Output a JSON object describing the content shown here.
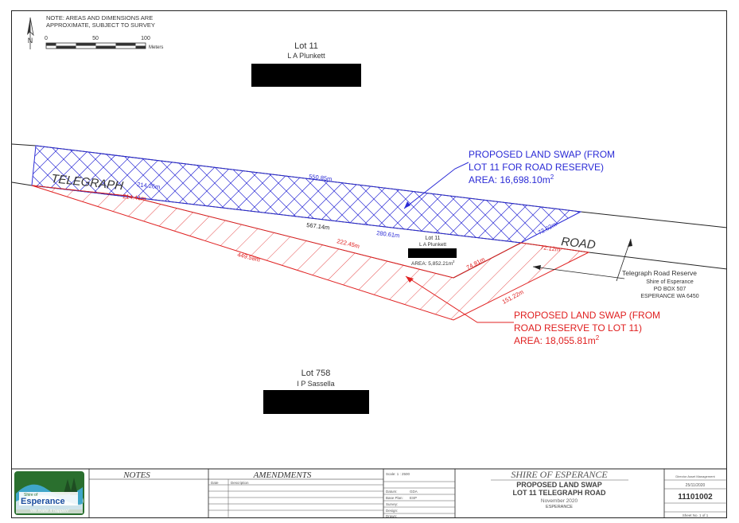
{
  "notes_header": {
    "line1": "NOTE: AREAS AND DIMENSIONS ARE",
    "line2": "APPROXIMATE, SUBJECT TO SURVEY"
  },
  "scale_bar": {
    "label_0": "0",
    "label_50": "50",
    "label_100": "100",
    "unit": "Meters"
  },
  "north_label": "N",
  "lot11_top": {
    "name": "Lot 11",
    "owner": "L A Plunkett"
  },
  "lot758": {
    "name": "Lot 758",
    "owner": "I P Sassella"
  },
  "road_labels": {
    "telegraph": "TELEGRAPH",
    "road": "ROAD"
  },
  "swap_blue": {
    "line1": "PROPOSED LAND SWAP (FROM",
    "line2": "LOT 11 FOR ROAD RESERVE)",
    "area_prefix": "AREA: 16,698.10m",
    "area_sup": "2",
    "color": "#2b2bd6"
  },
  "swap_red": {
    "line1": "PROPOSED LAND SWAP (FROM",
    "line2": "ROAD RESERVE TO LOT 11)",
    "area_prefix": "AREA: 18,055.81m",
    "area_sup": "2",
    "color": "#e02020"
  },
  "dimensions": {
    "d550": "550.85m",
    "d214_26": "214.26m",
    "d567": "567.14m",
    "d280": "280.61m",
    "d214_41": "214.41m",
    "d222": "222.45m",
    "d449": "449.58m",
    "d74_81": "74.81m",
    "d72_12": "72.12m",
    "d72_02": "72.02m",
    "d151": "151.22m"
  },
  "lot11_inner": {
    "name": "Lot 11",
    "owner": "L A Plunkett",
    "area_prefix": "AREA: 5,852.21m",
    "area_sup": "2"
  },
  "road_reserve": {
    "line1": "Telegraph Road Reserve",
    "line2": "Shire of Esperance",
    "line3": "PO BOX 507",
    "line4": "ESPERANCE WA 6450"
  },
  "title_block": {
    "logo_top": "Shire of",
    "logo_main": "Esperance",
    "logo_tag": "We make it happen!",
    "notes_title": "NOTES",
    "amend_title": "AMENDMENTS",
    "amend_col1": "Date",
    "amend_col2": "Description",
    "scale_text": "Scale: 1 : 2500",
    "meta_labels": [
      "Datum:",
      "Base Plan:",
      "Survey:",
      "Design:",
      "Drawn:"
    ],
    "meta_values": [
      "GDA",
      "ESP",
      "",
      "",
      ""
    ],
    "shire_title": "SHIRE OF ESPERANCE",
    "dwg_line1": "PROPOSED LAND SWAP",
    "dwg_line2": "LOT 11 TELEGRAPH ROAD",
    "dwg_date": "November 2020",
    "dwg_place": "ESPERANCE",
    "right_top": "Director Asset Management",
    "right_date": "25/11/2020",
    "dwg_no": "11101002",
    "sheet": "Sheet No.  1  of  1"
  }
}
